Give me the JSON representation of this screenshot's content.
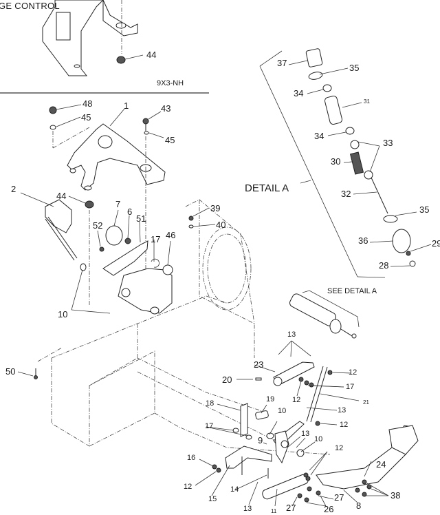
{
  "header": {
    "title_fragment": "GE CONTROL",
    "drawing_code": "9X3-NH"
  },
  "detail": {
    "title": "DETAIL A",
    "reference": "SEE DETAIL A"
  },
  "callouts": {
    "top_44": "44",
    "c48": "48",
    "c1": "1",
    "c43": "43",
    "c45a": "45",
    "c45b": "45",
    "c2": "2",
    "c44": "44",
    "c7": "7",
    "c6": "6",
    "c51": "51",
    "c52": "52",
    "c17a": "17",
    "c46": "46",
    "c39": "39",
    "c40": "40",
    "c10a": "10",
    "c50": "50",
    "c37": "37",
    "c35a": "35",
    "c34a": "34",
    "c31": "31",
    "c34b": "34",
    "c33": "33",
    "c30": "30",
    "c32": "32",
    "c35b": "35",
    "c36": "36",
    "c29": "29",
    "c28": "28",
    "c13a": "13",
    "c23": "23",
    "c20": "20",
    "c12a": "12",
    "c12b": "12",
    "c17b": "17",
    "c21": "21",
    "c13b": "13",
    "c12c": "12",
    "c18": "18",
    "c19": "19",
    "c10b": "10",
    "c17c": "17",
    "c9": "9",
    "c13c": "13",
    "c10c": "10",
    "c12d": "12",
    "c16": "16",
    "c12e": "12",
    "c15": "15",
    "c14": "14",
    "c13d": "13",
    "c11": "11",
    "c27a": "27",
    "c26": "26",
    "c27b": "27",
    "c8": "8",
    "c24": "24",
    "c38": "38"
  }
}
